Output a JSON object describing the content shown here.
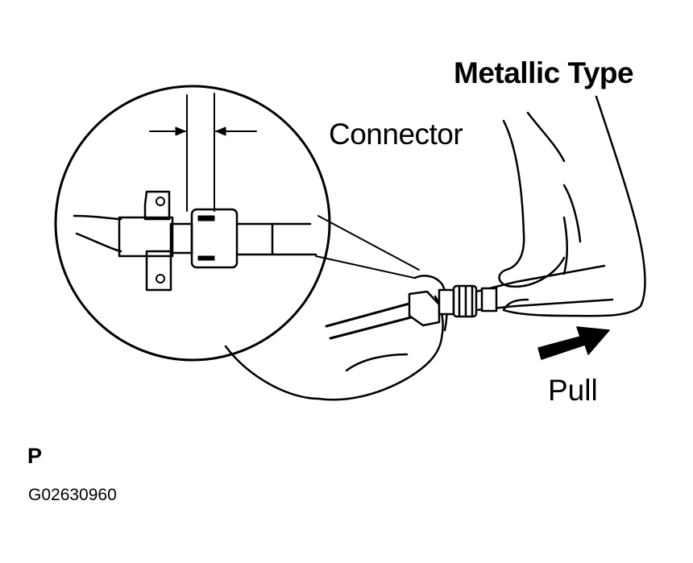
{
  "labels": {
    "metallic_type": "Metallic Type",
    "connector": "Connector",
    "pull": "Pull",
    "section_code": "P",
    "figure_id": "G02630960"
  },
  "icons": {
    "hands": "hands-holding-connector-icon",
    "detail": "magnified-connector-detail-icon",
    "arrow": "pull-arrow-icon"
  },
  "colors": {
    "ink": "#000000",
    "paper": "#ffffff"
  }
}
